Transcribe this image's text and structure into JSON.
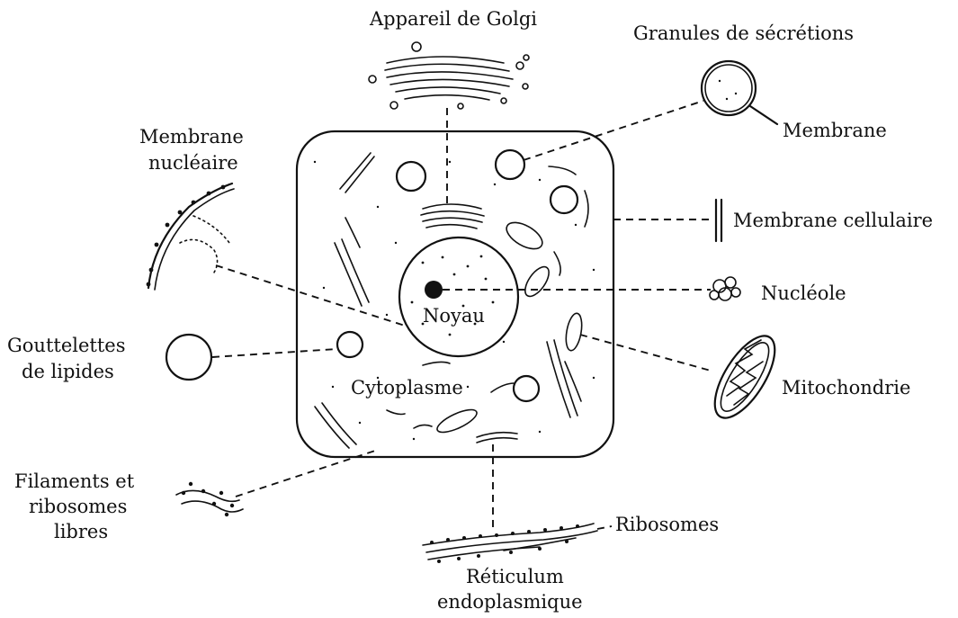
{
  "labels": {
    "golgi": "Appareil de Golgi",
    "granules": "Granules de sécrétions",
    "membrane": "Membrane",
    "membrane_nucleaire_1": "Membrane",
    "membrane_nucleaire_2": "nucléaire",
    "membrane_cellulaire": "Membrane cellulaire",
    "nucleole": "Nucléole",
    "noyau": "Noyau",
    "gouttelettes_1": "Gouttelettes",
    "gouttelettes_2": "de lipides",
    "mitochondrie": "Mitochondrie",
    "cytoplasme": "Cytoplasme",
    "filaments_1": "Filaments et",
    "filaments_2": "ribosomes",
    "filaments_3": "libres",
    "ribosomes": "Ribosomes",
    "reticulum_1": "Réticulum",
    "reticulum_2": "endoplasmique"
  },
  "icons": [
    "golgi-apparatus-icon",
    "secretion-granule-icon",
    "nuclear-membrane-icon",
    "cell-membrane-icon",
    "nucleolus-icon",
    "lipid-droplet-icon",
    "mitochondrion-icon",
    "free-ribosomes-icon",
    "endoplasmic-reticulum-icon"
  ]
}
